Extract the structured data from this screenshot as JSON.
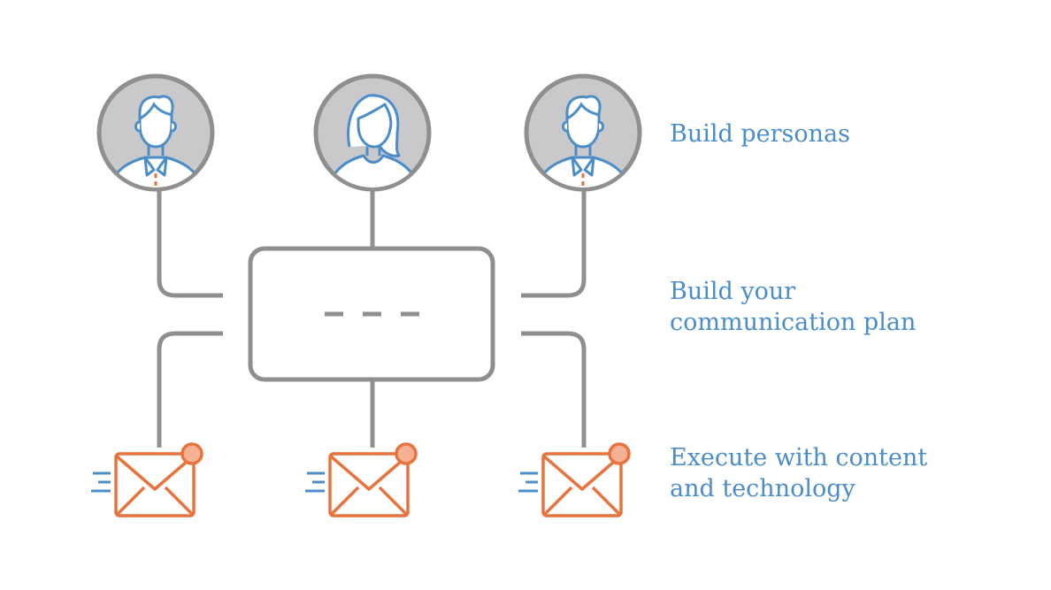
{
  "colors": {
    "line_gray": "#8f8f8f",
    "avatar_fill": "#c9c9cb",
    "person_blue": "#4a8dc8",
    "mail_orange": "#e8733d",
    "badge_fill": "#f6b195",
    "label_blue": "#4a8dc8"
  },
  "icons": {
    "personas": [
      "male-person-icon",
      "female-person-icon",
      "male-person-icon"
    ],
    "center": "dashed-box",
    "messages": [
      "envelope-notification-icon",
      "envelope-notification-icon",
      "envelope-notification-icon"
    ]
  },
  "steps": [
    {
      "lines": [
        "Build personas"
      ]
    },
    {
      "lines": [
        "Build your",
        "communication plan"
      ]
    },
    {
      "lines": [
        "Execute with content",
        "and technology"
      ]
    }
  ]
}
